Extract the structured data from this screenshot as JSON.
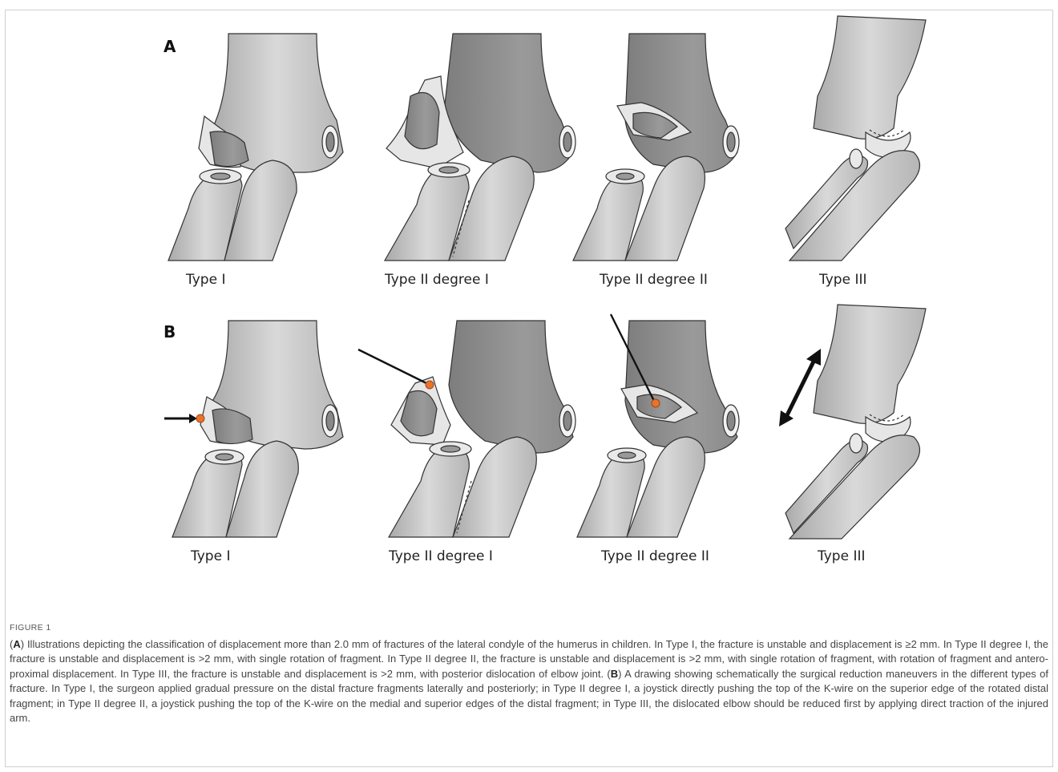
{
  "panels": {
    "a": "A",
    "b": "B"
  },
  "row_a_labels": [
    "Type I",
    "Type II  degree I",
    "Type II degree II",
    "Type III"
  ],
  "row_b_labels": [
    "Type I",
    "Type II  degree I",
    "Type II degree II",
    "Type III"
  ],
  "figure_label": "FIGURE 1",
  "caption": {
    "a_letter": "A",
    "a_text": ") Illustrations depicting the classification of displacement more than 2.0 mm of fractures of the lateral condyle of the humerus in children. In Type I, the fracture is unstable and displacement is ≥2 mm. In Type II degree I, the fracture is unstable and displacement is >2 mm, with single rotation of fragment. In Type II degree II, the fracture is unstable and displacement is >2 mm, with single rotation of fragment, with rotation of fragment and antero-proximal displacement. In Type III, the fracture is unstable and displacement is >2 mm, with posterior dislocation of elbow joint. (",
    "b_letter": "B",
    "b_text": ") A drawing showing schematically the surgical reduction maneuvers in the different types of fracture. In Type I, the surgeon applied gradual pressure on the distal fracture fragments laterally and posteriorly; in Type II degree I, a joystick directly pushing the top of the K-wire on the superior edge of the rotated distal fragment; in Type II degree II, a joystick pushing the top of the K-wire on the medial and superior edges of the distal fragment; in Type III, the dislocated elbow should be reduced first by applying direct traction of the injured arm."
  },
  "colors": {
    "bone": "#c9c9c9",
    "bone_dark": "#8f8f8f",
    "fragment": "#9d9d9d",
    "cartilage": "#ececec",
    "marker": "#e8742a",
    "outline": "#333333"
  }
}
